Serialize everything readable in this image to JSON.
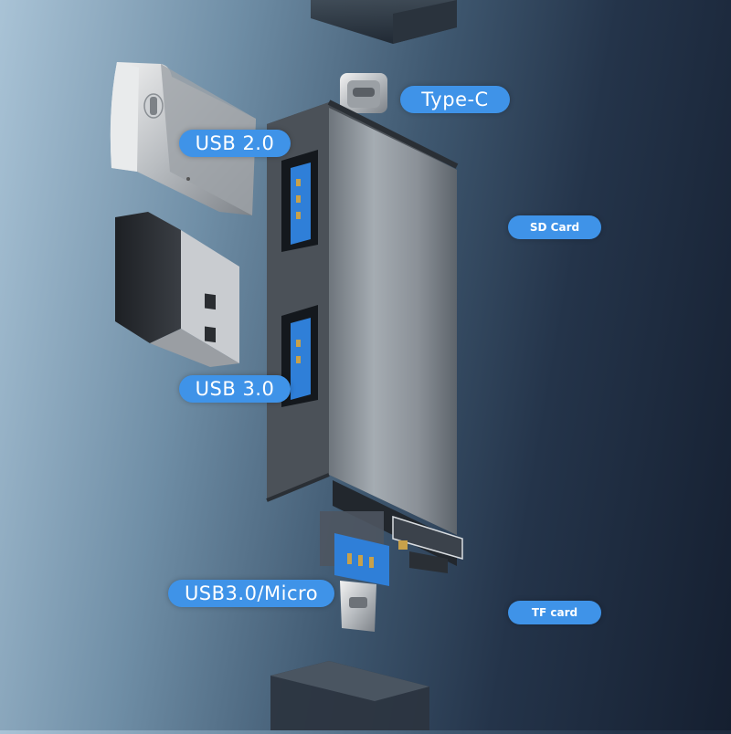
{
  "labels": {
    "type_c": "Type-C",
    "usb_2_0": "USB 2.0",
    "usb_3_0": "USB 3.0",
    "usb3_micro": "USB3.0/Micro",
    "sd_card": "SD Card",
    "tf_card": "TF card"
  },
  "colors": {
    "label_fill": "#3f93e8",
    "hub_body": "#8d949b",
    "usb_port_blue": "#2f7fd8"
  }
}
